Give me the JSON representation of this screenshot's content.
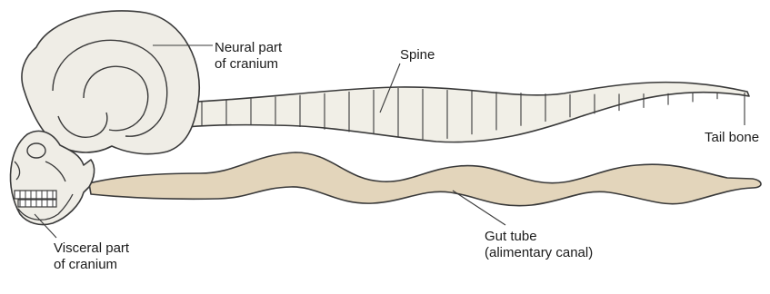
{
  "labels": {
    "neural": {
      "line1": "Neural part",
      "line2": "of cranium"
    },
    "spine": "Spine",
    "tail": "Tail bone",
    "visceral": {
      "line1": "Visceral part",
      "line2": "of cranium"
    },
    "gut": {
      "line1": "Gut tube",
      "line2": "(alimentary canal)"
    }
  },
  "colors": {
    "outline": "#3a3a3a",
    "skull_fill": "#efede6",
    "spine_fill": "#f1efe7",
    "gut_fill": "#e3d5bb",
    "tooth_fill": "#ffffff"
  }
}
